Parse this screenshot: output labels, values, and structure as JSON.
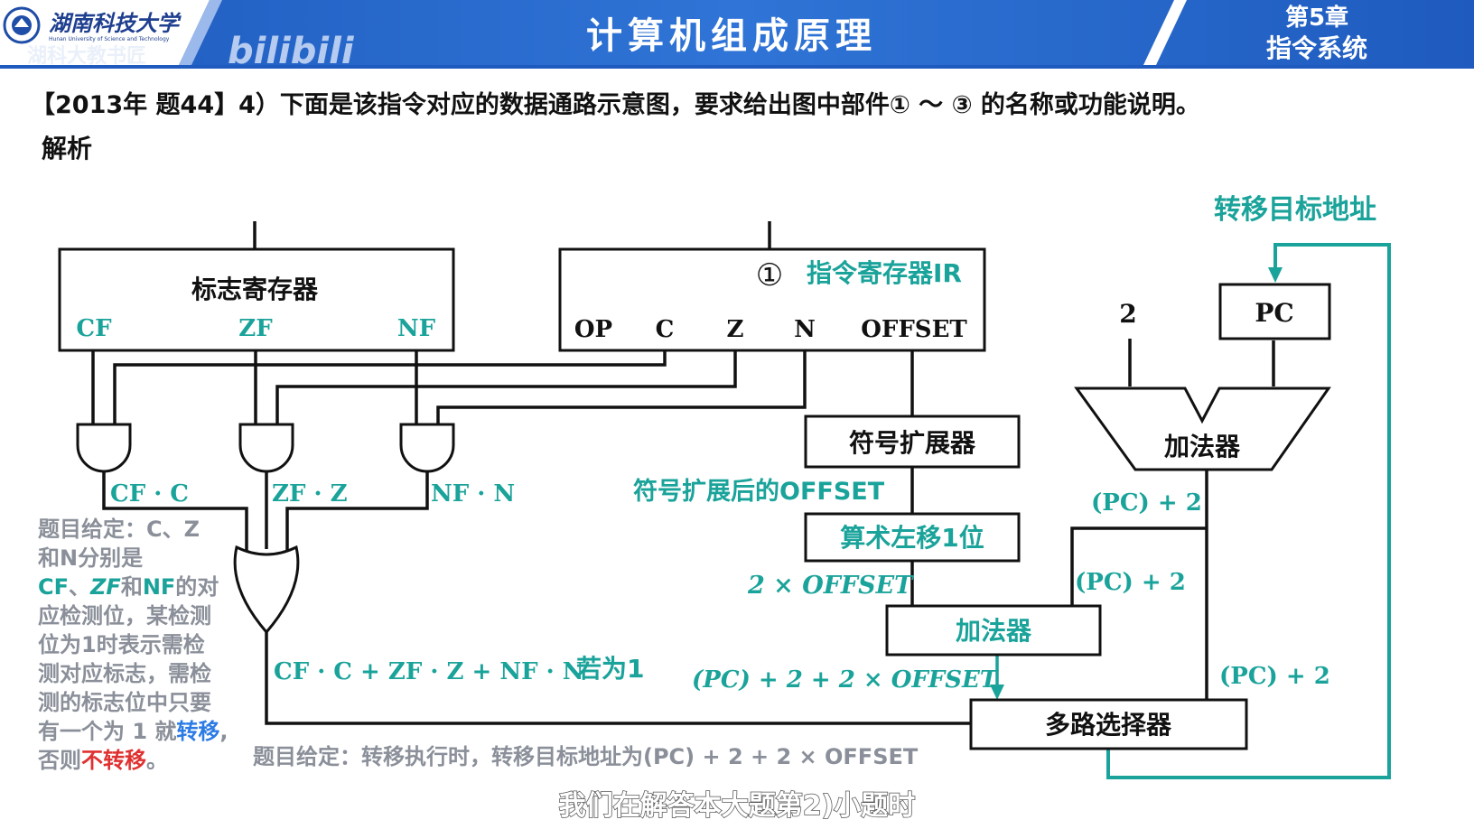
{
  "header": {
    "logo_text": "湖南科技大学",
    "logo_sub": "Hunan University of Science and Technology",
    "uploader": "湖科大教书匠",
    "watermark": "bilibili",
    "course_title": "计算机组成原理",
    "chapter_line1": "第5章",
    "chapter_line2": "指令系统"
  },
  "question": "【2013年 题44】4）下面是该指令对应的数据通路示意图，要求给出图中部件① ～ ③ 的名称或功能说明。",
  "analysis_label": "解析",
  "flag_register": {
    "title": "标志寄存器",
    "cf": "CF",
    "zf": "ZF",
    "nf": "NF"
  },
  "ir": {
    "marker": "①",
    "label": "指令寄存器IR",
    "op": "OP",
    "c": "C",
    "z": "Z",
    "n": "N",
    "offset": "OFFSET"
  },
  "gates": {
    "cf_c": "CF · C",
    "zf_z": "ZF · Z",
    "nf_n": "NF · N"
  },
  "sign_extender": "符号扩展器",
  "sign_extended_label": "符号扩展后的OFFSET",
  "shift_left": "算术左移1位",
  "two_offset": "2 × OFFSET",
  "adder2": "加法器",
  "adder2_out": "(PC) + 2 + 2 × OFFSET",
  "mux": "多路选择器",
  "adder1": {
    "label": "加法器",
    "input_two": "2",
    "pc": "PC",
    "out1": "(PC) + 2",
    "out2": "(PC) + 2",
    "out3": "(PC) + 2"
  },
  "branch_target": "转移目标地址",
  "or_output": "CF · C + ZF · Z + NF · N",
  "if_one": "若为1",
  "note_lines": [
    "题目给定：C、Z",
    "和N分别是",
    "CF、ZF和NF的对",
    "应检测位，某检测",
    "位为1时表示需检",
    "测对应标志，需检",
    "测的标志位中只要",
    "有一个为 1 就转移,",
    "否则不转移。"
  ],
  "bottom_note": "题目给定：转移执行时，转移目标地址为(PC) + 2 + 2 × OFFSET",
  "subtitle": "我们在解答本大题第2)小题时",
  "colors": {
    "header_blue": "#2767c7",
    "teal": "#1aa39a",
    "blue_word": "#2c7be5",
    "red_word": "#e03131"
  }
}
